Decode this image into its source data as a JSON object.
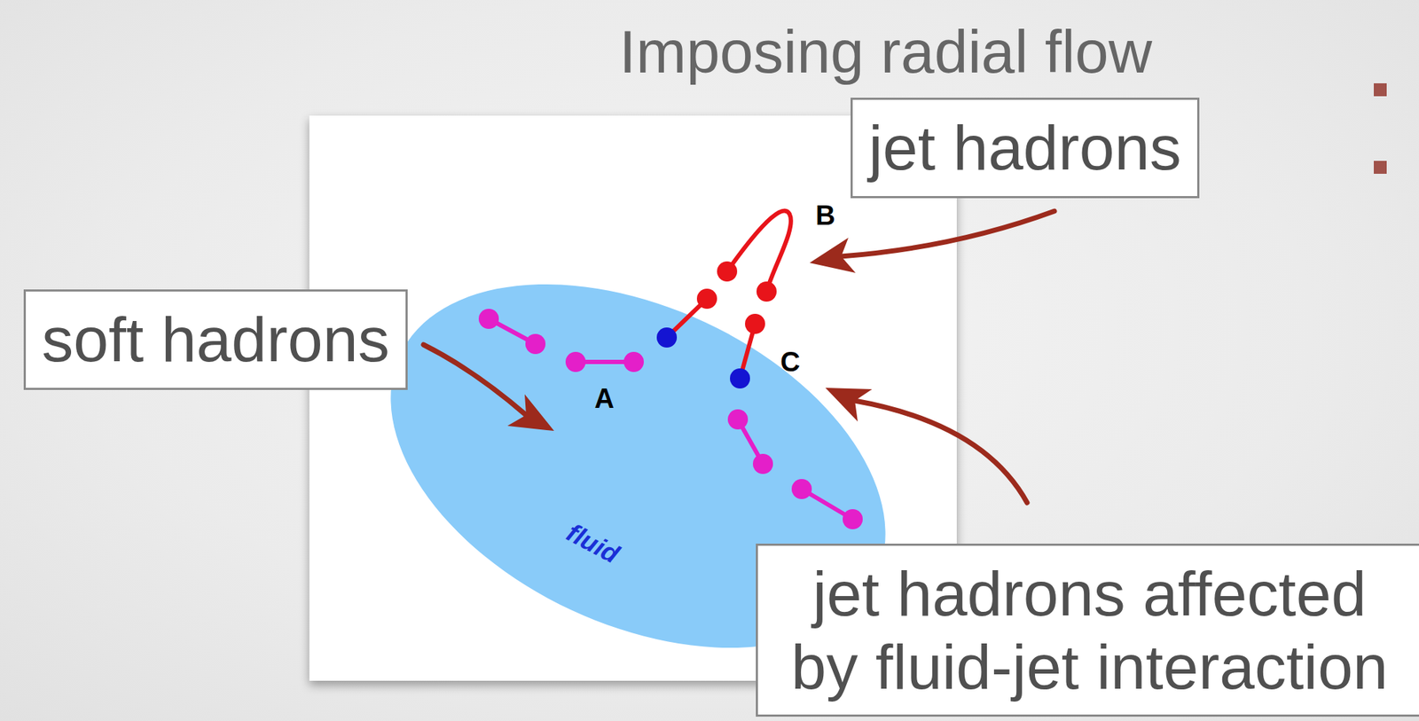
{
  "diagram": {
    "title": "Imposing radial flow",
    "nodes": [
      {
        "text": [
          "jet hadrons"
        ]
      },
      {
        "text": [
          "soft hadrons"
        ]
      },
      {
        "text": [
          "jet hadrons affected by fluid-jet interaction"
        ]
      }
    ],
    "labels": [
      "A",
      "B",
      "C",
      "fluid"
    ]
  }
}
